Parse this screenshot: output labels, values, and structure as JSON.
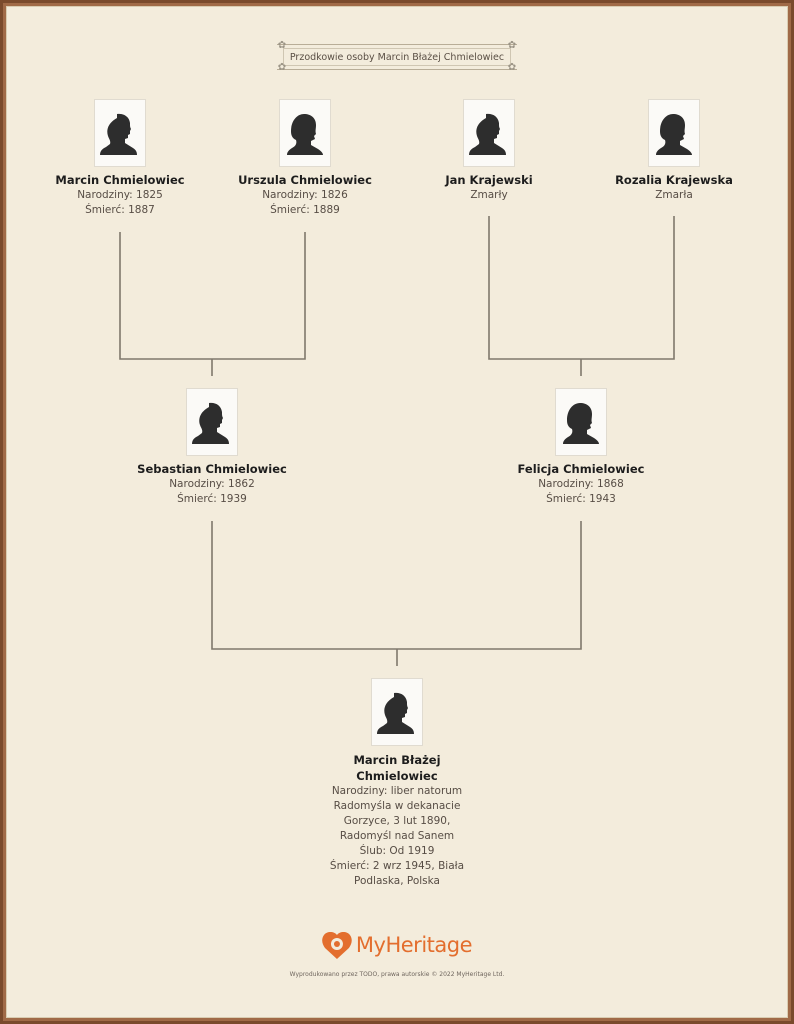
{
  "document": {
    "title": "Przodkowie osoby Marcin Błażej Chmielowiec",
    "footer": "Wyprodukowano przez TODO, prawa autorskie © 2022 MyHeritage Ltd.",
    "logo_text": "MyHeritage",
    "colors": {
      "paper": "#f3ecdc",
      "frame": "#8a5a3c",
      "line": "#7f786c",
      "logo": "#e36e2e",
      "silhouette": "#2d2d2d"
    }
  },
  "people": {
    "p1": {
      "name": "Marcin Chmielowiec",
      "facts": [
        "Narodziny: 1825",
        "Śmierć: 1887"
      ]
    },
    "p2": {
      "name": "Urszula Chmielowiec",
      "facts": [
        "Narodziny: 1826",
        "Śmierć: 1889"
      ]
    },
    "p3": {
      "name": "Jan Krajewski",
      "facts": [
        "Zmarły"
      ]
    },
    "p4": {
      "name": "Rozalia Krajewska",
      "facts": [
        "Zmarła"
      ]
    },
    "p5": {
      "name": "Sebastian Chmielowiec",
      "facts": [
        "Narodziny: 1862",
        "Śmierć: 1939"
      ]
    },
    "p6": {
      "name": "Felicja Chmielowiec",
      "facts": [
        "Narodziny: 1868",
        "Śmierć: 1943"
      ]
    },
    "p7": {
      "name": [
        "Marcin Błażej",
        "Chmielowiec"
      ],
      "facts": [
        "Narodziny: liber natorum",
        "Radomyśla w dekanacie",
        "Gorzyce, 3 lut 1890,",
        "Radomyśl nad Sanem",
        "Ślub: Od 1919",
        "Śmierć: 2 wrz 1945, Biała",
        "Podlaska, Polska"
      ]
    }
  }
}
